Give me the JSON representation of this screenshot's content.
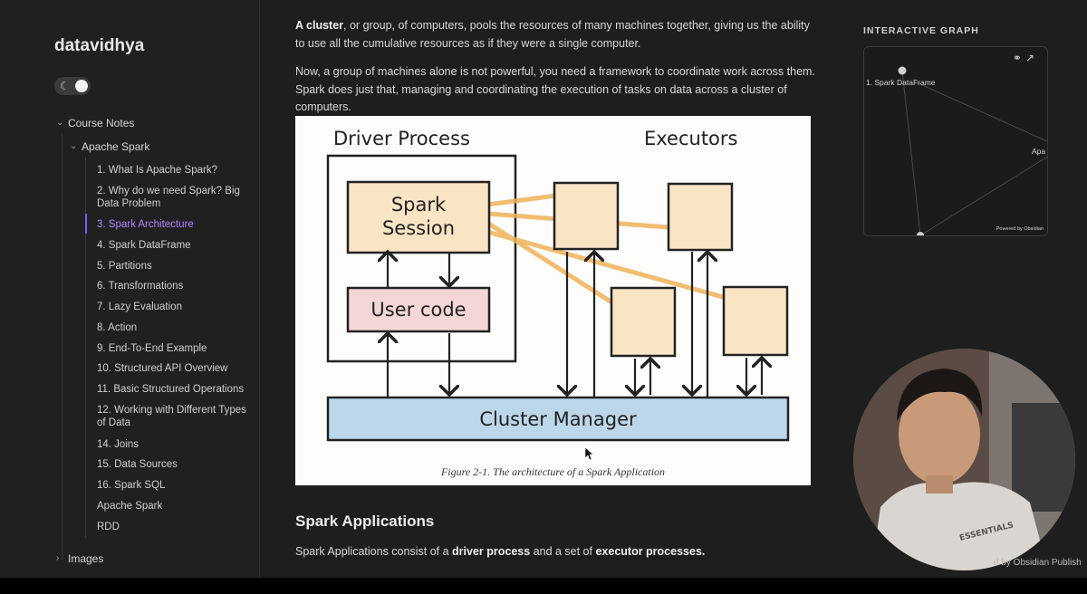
{
  "sidebar": {
    "logo": "datavidhya",
    "theme_icon": "moon-icon",
    "course_notes": "Course Notes",
    "apache_spark": "Apache Spark",
    "items": [
      "1. What Is Apache Spark?",
      "2. Why do we need Spark? Big Data Problem",
      "3. Spark Architecture",
      "4. Spark DataFrame",
      "5. Partitions",
      "6. Transformations",
      "7. Lazy Evaluation",
      "8. Action",
      "9. End-To-End Example",
      "10. Structured API Overview",
      "11. Basic Structured Operations",
      "12. Working with Different Types of Data",
      "14. Joins",
      "15. Data Sources",
      "16. Spark SQL",
      "Apache Spark",
      "RDD"
    ],
    "images": "Images"
  },
  "content": {
    "p1_bold": "A cluster",
    "p1_rest": ", or group, of computers, pools the resources of many machines together, giving us the ability to use all the cumulative resources as if they were a single computer.",
    "p2": "Now, a group of machines alone is not powerful, you need a framework to coordinate work across them. Spark does just that, managing and coordinating the execution of tasks on data across a cluster of computers.",
    "figure": {
      "driver_process": "Driver Process",
      "executors": "Executors",
      "spark": "Spark",
      "session": "Session",
      "user_code": "User code",
      "cluster_manager": "Cluster Manager",
      "caption": "Figure 2-1. The architecture of a Spark Application",
      "colors": {
        "node_fill": "#f9e4c4",
        "user_code_fill": "#f4d6d6",
        "cluster_fill": "#bcd6ea",
        "line": "#f0b25a"
      }
    },
    "heading": "Spark Applications",
    "p3_a": "Spark Applications consist of a ",
    "p3_b": "driver process",
    "p3_c": " and a set of ",
    "p3_d": "executor processes."
  },
  "graph": {
    "title": "INTERACTIVE GRAPH",
    "node1": "1. Spark DataFrame",
    "node2": "Apa",
    "powered": "Powered by Obsidian"
  },
  "webcam": {
    "shirt_text": "ESSENTIALS",
    "credit": "d by Obsidian Publish"
  }
}
